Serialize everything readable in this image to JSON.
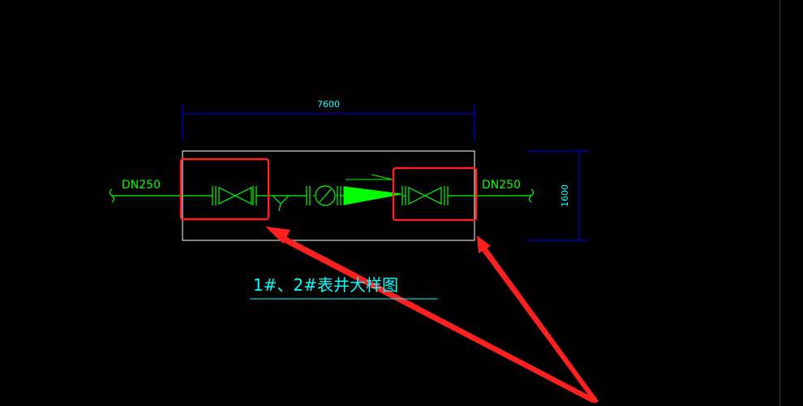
{
  "drawing": {
    "dimension_width": "7600",
    "dimension_height": "1600",
    "inlet_label": "DN250",
    "outlet_label": "DN250",
    "title": "1#、2#表井大样图"
  },
  "colors": {
    "background": "#000000",
    "pipe": "#00ff00",
    "dimension": "#0000ff",
    "dimension_text": "#00ffff",
    "outline": "#ffffff",
    "highlight": "#ff2020",
    "title_text": "#00ffff"
  }
}
